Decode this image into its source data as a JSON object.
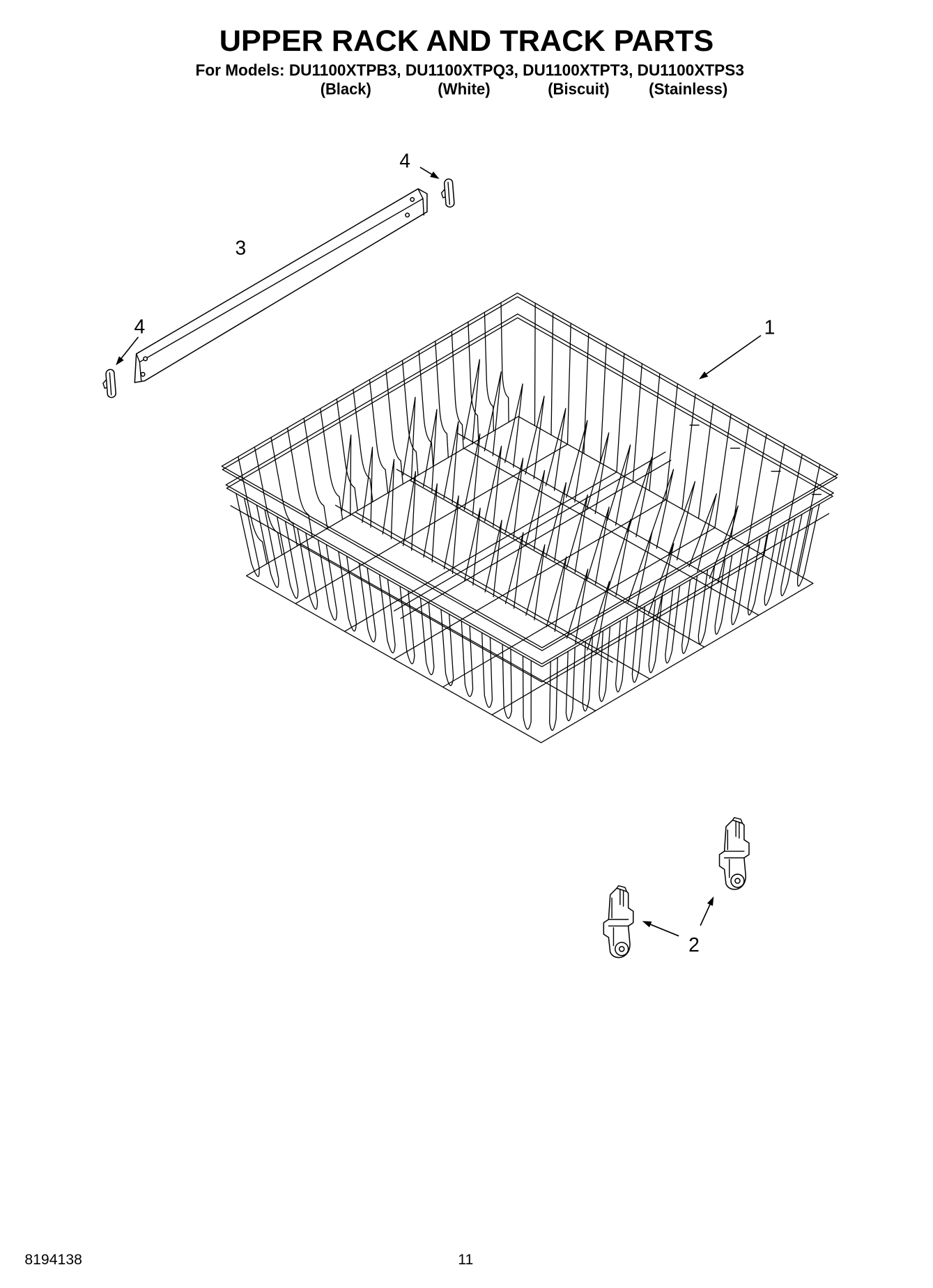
{
  "colors": {
    "paper": "#ffffff",
    "ink": "#000000"
  },
  "header": {
    "title": "UPPER RACK AND TRACK PARTS",
    "models_line": "For Models: DU1100XTPB3, DU1100XTPQ3, DU1100XTPT3, DU1100XTPS3",
    "model_colors": [
      "(Black)",
      "(White)",
      "(Biscuit)",
      "(Stainless)"
    ]
  },
  "callouts": {
    "rack": "1",
    "rollers": "2",
    "track": "3",
    "track_clip_right": "4",
    "track_clip_left": "4"
  },
  "footer": {
    "document_number": "8194138",
    "page_number": "11"
  }
}
